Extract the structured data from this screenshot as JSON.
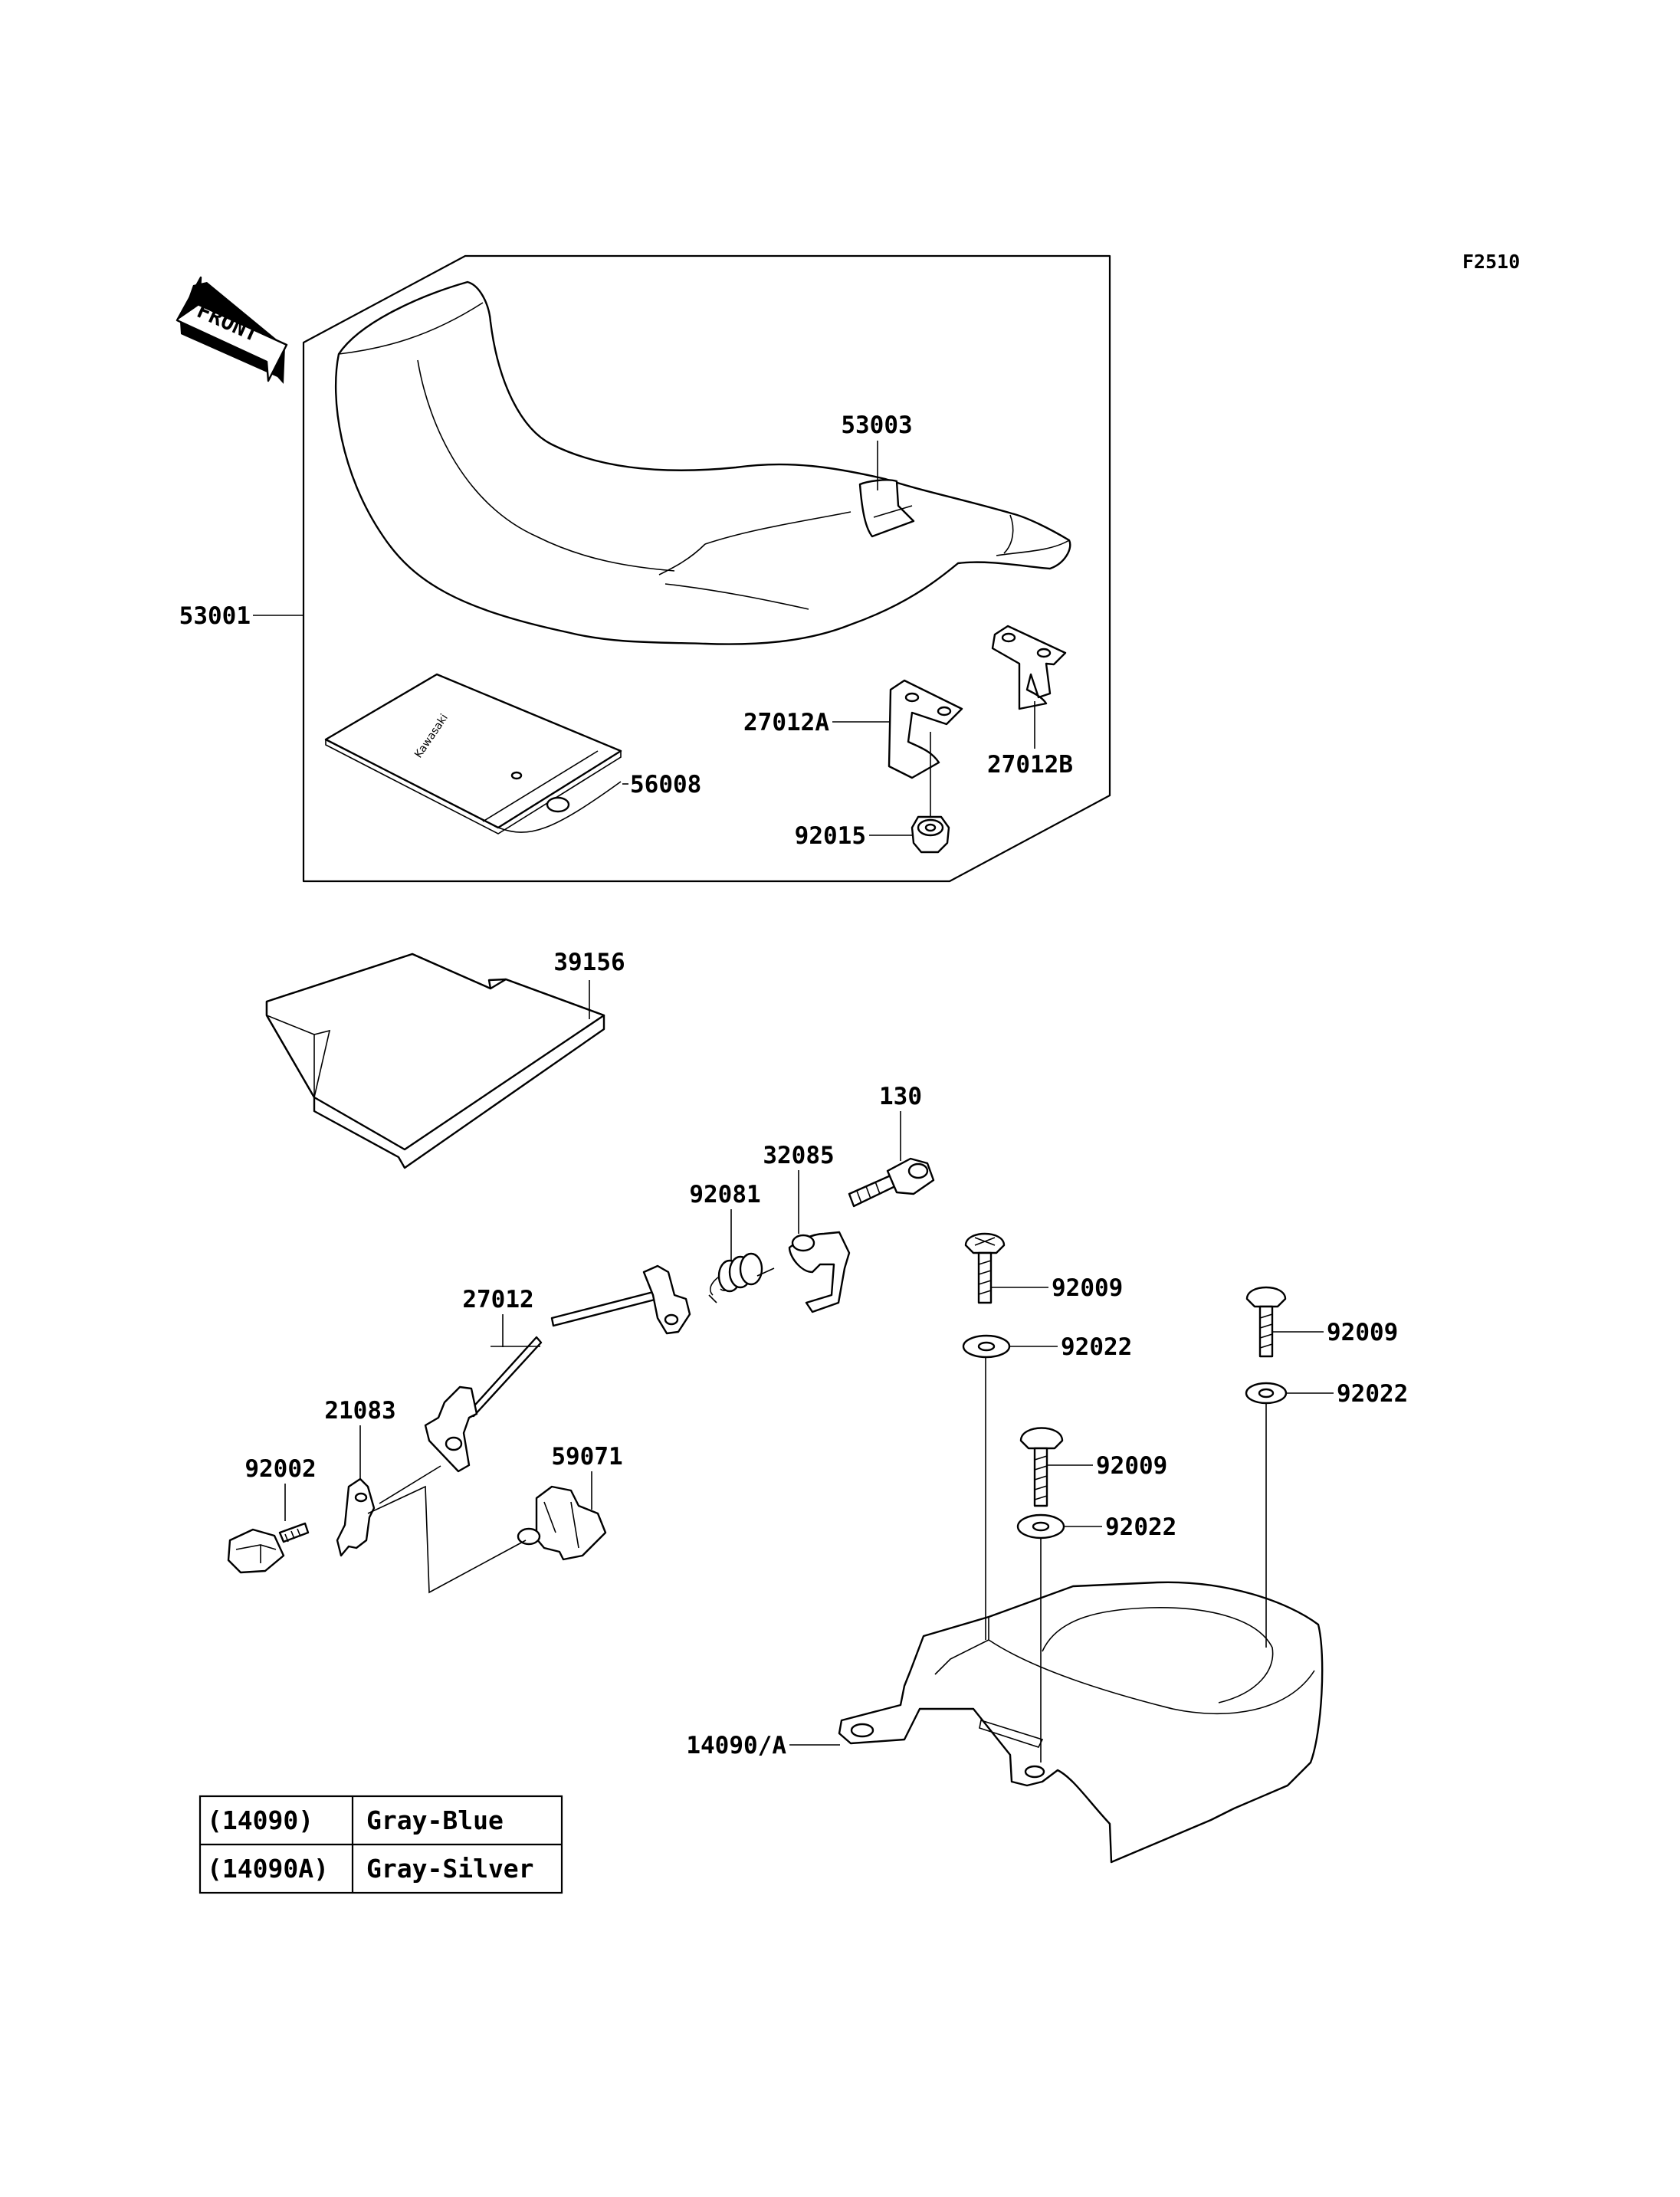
{
  "figure_code": "F2510",
  "front_label": "FRONT",
  "bag_text": "Kawasaki",
  "labels": {
    "p53001": "53001",
    "p53003": "53003",
    "p56008": "56008",
    "p27012A": "27012A",
    "p27012B": "27012B",
    "p92015": "92015",
    "p39156": "39156",
    "p130": "130",
    "p32085": "32085",
    "p92081": "92081",
    "p27012": "27012",
    "p21083": "21083",
    "p92002": "92002",
    "p59071": "59071",
    "p92009a": "92009",
    "p92022a": "92022",
    "p92009b": "92009",
    "p92022b": "92022",
    "p92009c": "92009",
    "p92022c": "92022",
    "p14090A": "14090/A"
  },
  "color_table": [
    {
      "code": "(14090)",
      "color": "Gray-Blue"
    },
    {
      "code": "(14090A)",
      "color": "Gray-Silver"
    }
  ]
}
